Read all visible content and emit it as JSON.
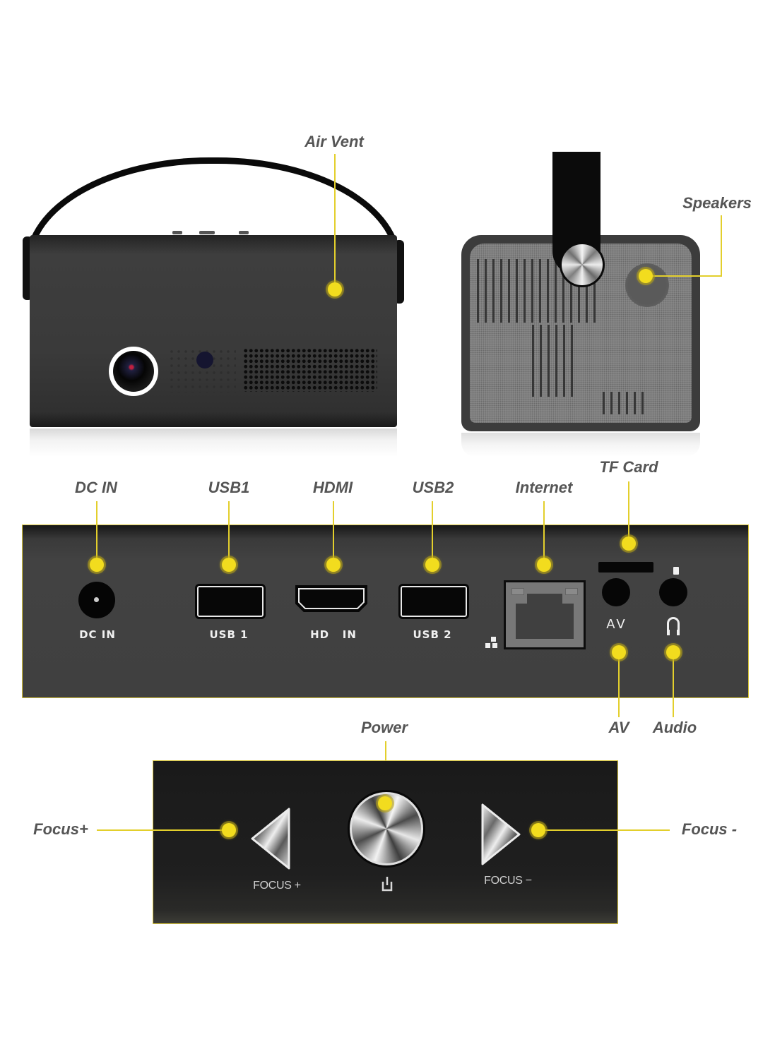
{
  "front_view": {
    "callouts": [
      {
        "id": "air-vent",
        "label": "Air Vent"
      }
    ]
  },
  "side_view": {
    "callouts": [
      {
        "id": "speakers",
        "label": "Speakers"
      }
    ]
  },
  "port_panel": {
    "callouts_top": [
      {
        "id": "dc-in",
        "label": "DC IN"
      },
      {
        "id": "usb1",
        "label": "USB1"
      },
      {
        "id": "hdmi",
        "label": "HDMI"
      },
      {
        "id": "usb2",
        "label": "USB2"
      },
      {
        "id": "internet",
        "label": "Internet"
      },
      {
        "id": "tf-card",
        "label": "TF Card"
      }
    ],
    "callouts_bottom": [
      {
        "id": "av",
        "label": "AV"
      },
      {
        "id": "audio",
        "label": "Audio"
      }
    ],
    "printed_labels": {
      "dc_in": "DC IN",
      "usb1": "USB 1",
      "hdmi": "HD   IN",
      "usb2": "USB 2",
      "av": "AV"
    }
  },
  "control_panel": {
    "callouts": [
      {
        "id": "power",
        "label": "Power"
      },
      {
        "id": "focus-plus",
        "label": "Focus+"
      },
      {
        "id": "focus-minus",
        "label": "Focus -"
      }
    ],
    "printed_labels": {
      "focus_plus": "FOCUS +",
      "focus_minus": "FOCUS −"
    }
  },
  "colors": {
    "callout_yellow": "#f2dc1e",
    "leader_line": "#e3cf2c",
    "label_gray": "#555555",
    "panel_dark": "#404040"
  }
}
